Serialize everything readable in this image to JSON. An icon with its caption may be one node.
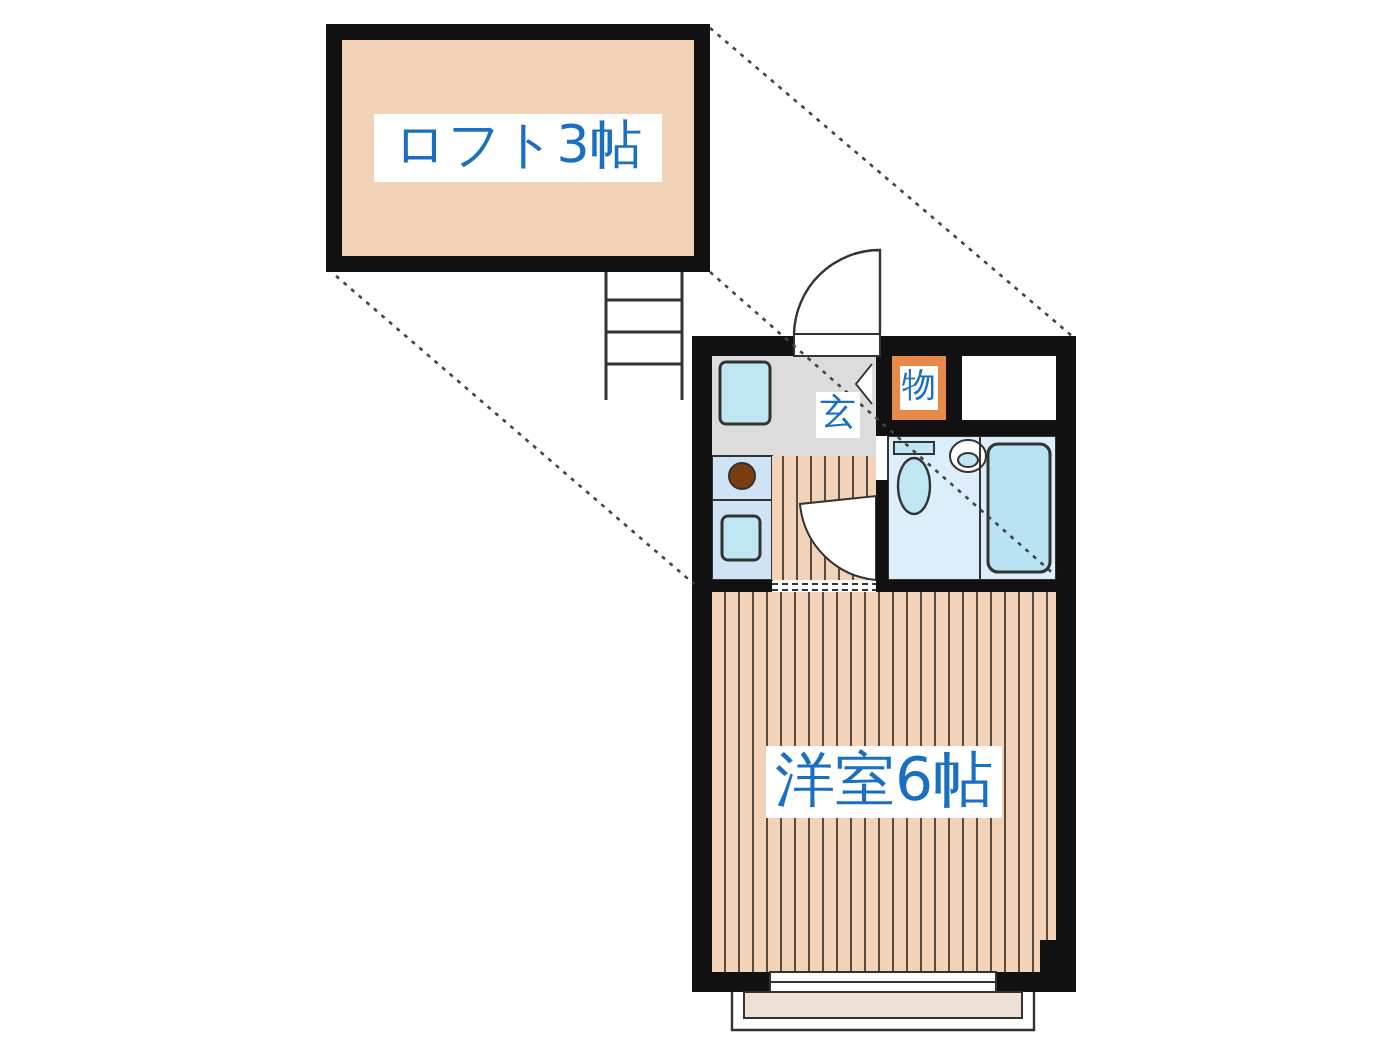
{
  "diagram": {
    "nodes": [
      {
        "text": [
          "ロフト3帖"
        ]
      },
      {
        "text": [
          "玄"
        ]
      },
      {
        "text": [
          "物"
        ]
      },
      {
        "text": [
          "洋室6帖"
        ]
      }
    ]
  }
}
